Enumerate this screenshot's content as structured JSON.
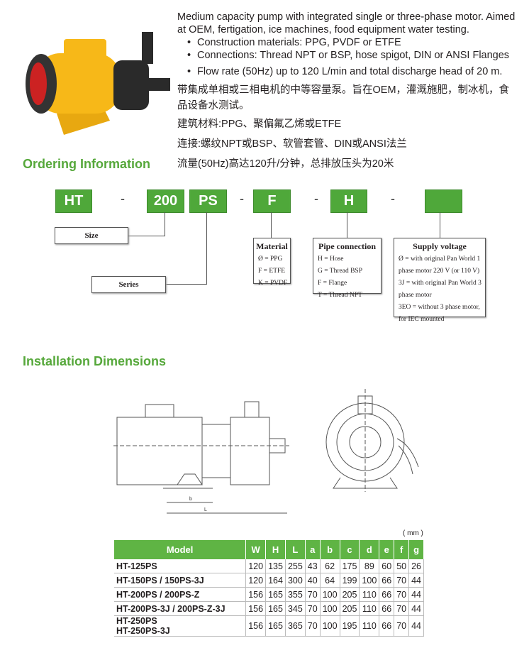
{
  "intro": {
    "text": "Medium capacity pump with integrated single or three-phase motor. Aimed at OEM, fertigation, ice machines, food equipment water testing.",
    "bullets": [
      "Construction materials: PPG, PVDF or ETFE",
      "Connections: Thread NPT or BSP, hose spigot, DIN or ANSI Flanges",
      "Flow rate (50Hz) up to 120 L/min and total discharge head of 20 m."
    ],
    "cn": [
      "带集成单相或三相电机的中等容量泵。旨在OEM，灌溉施肥，制冰机，食品设备水测试。",
      "建筑材料:PPG、聚偏氟乙烯或ETFE",
      "连接:螺纹NPT或BSP、软管套管、DIN或ANSI法兰",
      "流量(50Hz)高达120升/分钟，总排放压头为20米"
    ]
  },
  "ordering": {
    "title": "Ordering Information",
    "codes": [
      "HT",
      "200",
      "PS",
      "F",
      "H",
      ""
    ],
    "dash": "-",
    "size": "Size",
    "series": "Series",
    "material": {
      "title": "Material",
      "rows": [
        "Ø = PPG",
        "F = ETFE",
        "K = PVDF"
      ]
    },
    "pipe": {
      "title": "Pipe connection",
      "rows": [
        "H = Hose",
        "G = Thread BSP",
        "F = Flange",
        "T = Thread NPT"
      ]
    },
    "voltage": {
      "title": "Supply voltage",
      "rows": [
        "Ø = with original Pan World 1 phase motor 220 V (or 110 V)",
        "3J = with original Pan World 3 phase motor",
        "3EO = without 3 phase motor, for IEC mounted"
      ]
    }
  },
  "install": {
    "title": "Installation Dimensions",
    "dim_b": "b",
    "dim_l": "L"
  },
  "table": {
    "unit": "( mm )",
    "headers": [
      "Model",
      "W",
      "H",
      "L",
      "a",
      "b",
      "c",
      "d",
      "e",
      "f",
      "g"
    ],
    "rows": [
      [
        "HT-125PS",
        "120",
        "135",
        "255",
        "43",
        "62",
        "175",
        "89",
        "60",
        "50",
        "26"
      ],
      [
        "HT-150PS / 150PS-3J",
        "120",
        "164",
        "300",
        "40",
        "64",
        "199",
        "100",
        "66",
        "70",
        "44"
      ],
      [
        "HT-200PS / 200PS-Z",
        "156",
        "165",
        "355",
        "70",
        "100",
        "205",
        "110",
        "66",
        "70",
        "44"
      ],
      [
        "HT-200PS-3J / 200PS-Z-3J",
        "156",
        "165",
        "345",
        "70",
        "100",
        "205",
        "110",
        "66",
        "70",
        "44"
      ],
      [
        "HT-250PS\nHT-250PS-3J",
        "156",
        "165",
        "365",
        "70",
        "100",
        "195",
        "110",
        "66",
        "70",
        "44"
      ]
    ]
  },
  "colors": {
    "green": "#56a83b",
    "pump": "#f7b818"
  }
}
